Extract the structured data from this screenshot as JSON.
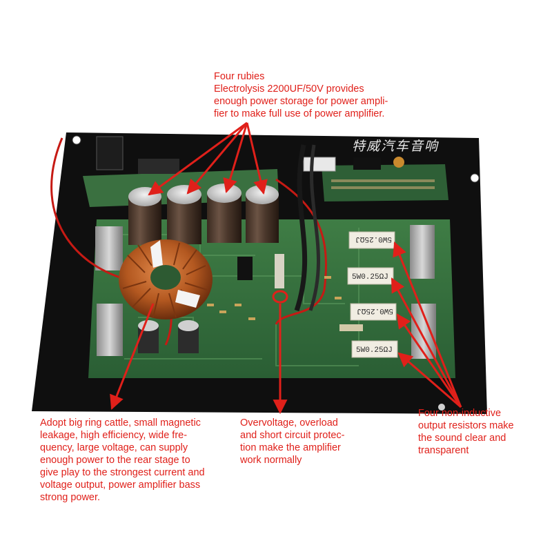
{
  "watermark": "特威汽车音响",
  "resistor_labels": [
    "5W0.25ΩJ",
    "5W0.25ΩJ",
    "5W0.25ΩJ",
    "5W0.25ΩJ"
  ],
  "callouts": {
    "capacitors": "Four rubies\nElectrolysis 2200UF/50V provides\nenough power storage for power ampli-\nfier to make full use of power amplifier.",
    "toroid": "Adopt big ring cattle, small magnetic\nleakage, high efficiency, wide fre-\nquency, large voltage, can supply\nenough power to the rear stage to\ngive play to the strongest current and\nvoltage output, power amplifier bass\nstrong power.",
    "protection": "Overvoltage, overload\nand short circuit protec-\ntion make the amplifier\nwork normally",
    "resistors": "Four non-inductive\noutput resistors make\nthe sound clear and\ntransparent"
  },
  "colors": {
    "annotation": "#e0201a",
    "pcb": "#2f6b3a",
    "heatsink_plate": "#111111"
  }
}
